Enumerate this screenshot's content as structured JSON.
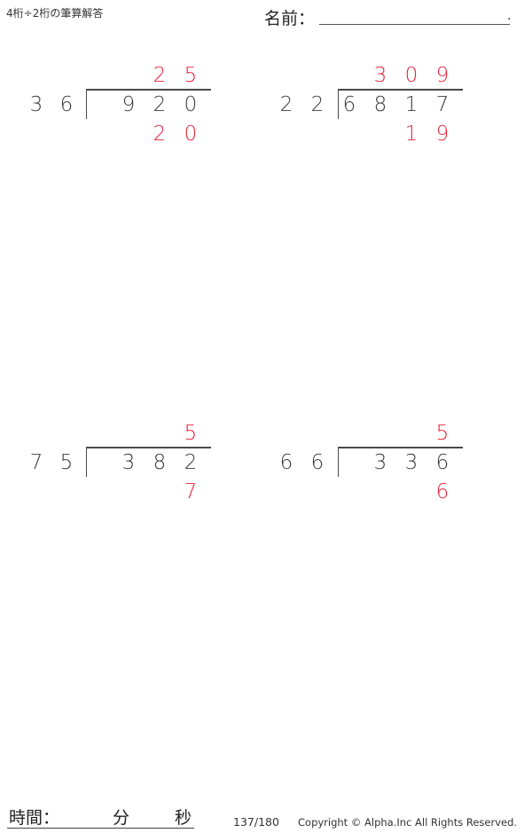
{
  "header": {
    "title": "4桁÷2桁の筆算解答",
    "name_label": "名前：",
    "name_end": "."
  },
  "problems": [
    {
      "divisor": [
        "3",
        "6"
      ],
      "dividend": [
        "",
        "9",
        "2",
        "0"
      ],
      "quotient": [
        "",
        "",
        "2",
        "5"
      ],
      "remainder": [
        "",
        "",
        "2",
        "0"
      ]
    },
    {
      "divisor": [
        "2",
        "2"
      ],
      "dividend": [
        "6",
        "8",
        "1",
        "7"
      ],
      "quotient": [
        "",
        "3",
        "0",
        "9"
      ],
      "remainder": [
        "",
        "",
        "1",
        "9"
      ]
    },
    {
      "divisor": [
        "7",
        "5"
      ],
      "dividend": [
        "",
        "3",
        "8",
        "2"
      ],
      "quotient": [
        "",
        "",
        "",
        "5"
      ],
      "remainder": [
        "",
        "",
        "",
        "7"
      ]
    },
    {
      "divisor": [
        "6",
        "6"
      ],
      "dividend": [
        "",
        "3",
        "3",
        "6"
      ],
      "quotient": [
        "",
        "",
        "",
        "5"
      ],
      "remainder": [
        "",
        "",
        "",
        "6"
      ]
    }
  ],
  "footer": {
    "time_label": "時間：",
    "minutes_label": "分",
    "seconds_label": "秒",
    "page": "137/180",
    "copyright": "Copyright © Alpha.Inc All Rights Reserved."
  },
  "colors": {
    "answer": "#e8243c",
    "text": "#3c3c3c"
  }
}
